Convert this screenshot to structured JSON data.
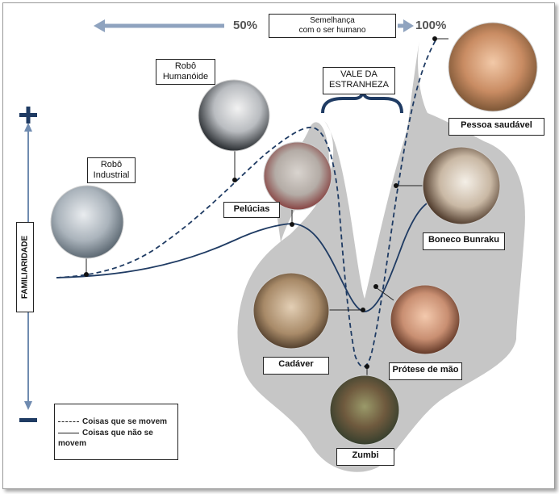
{
  "header": {
    "left_percent": "50%",
    "right_percent": "100%",
    "x_axis_label_line1": "Semelhança",
    "x_axis_label_line2": "com o ser humano"
  },
  "y_axis": {
    "label": "FAMILIARIDADE",
    "plus": "+",
    "minus": "−"
  },
  "uncanny_label_line1": "VALE DA",
  "uncanny_label_line2": "ESTRANHEZA",
  "items": {
    "robo_industrial": {
      "line1": "Robô",
      "line2": "Industrial"
    },
    "robo_humanoide": {
      "line1": "Robô",
      "line2": "Humanóide"
    },
    "pelucias": "Pelúcias",
    "pessoa_saudavel": "Pessoa saudável",
    "boneco_bunraku": "Boneco Bunraku",
    "cadaver": "Cadáver",
    "protese": "Prótese de mão",
    "zumbi": "Zumbi"
  },
  "legend": {
    "moving": "Coisas que se movem",
    "still_line1": "Coisas que não se",
    "still_line2": "movem"
  },
  "colors": {
    "region_gray": "#c6c6c6",
    "curve_blue": "#1f3b63",
    "arrow_blue": "#8fa3bf",
    "axis_blue": "#6f8bb0",
    "axis_dark": "#1f3b63"
  }
}
